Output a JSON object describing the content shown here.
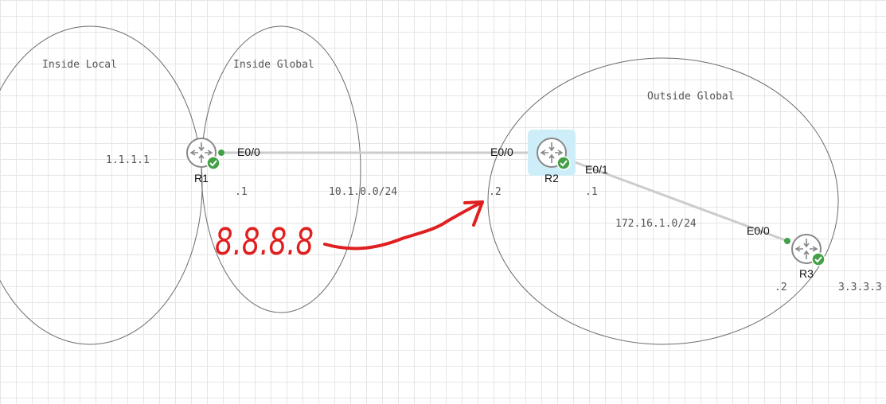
{
  "zones": {
    "inside_local": "Inside Local",
    "inside_global": "Inside Global",
    "outside_global": "Outside Global"
  },
  "devices": {
    "r1": {
      "name": "R1",
      "host_ip": "1.1.1.1",
      "interface": "E0/0",
      "suffix": ".1",
      "status": "running"
    },
    "r2": {
      "name": "R2",
      "interface_left": "E0/0",
      "interface_right": "E0/1",
      "suffix_left": ".2",
      "suffix_right": ".1",
      "status": "running",
      "selected": true
    },
    "r3": {
      "name": "R3",
      "host_ip": "3.3.3.3",
      "interface": "E0/0",
      "suffix": ".2",
      "status": "running"
    }
  },
  "links": {
    "r1_r2": {
      "subnet": "10.1.0.0/24"
    },
    "r2_r3": {
      "subnet": "172.16.1.0/24"
    }
  },
  "annotation": {
    "text": "8.8.8.8",
    "color": "#e02020"
  },
  "colors": {
    "link": "#cccccc",
    "port_dot": "#43a047",
    "status_ok": "#43a047",
    "router_ring": "#888888",
    "selection": "#cdeef8"
  },
  "icons": [
    "router-icon",
    "status-check-icon"
  ]
}
